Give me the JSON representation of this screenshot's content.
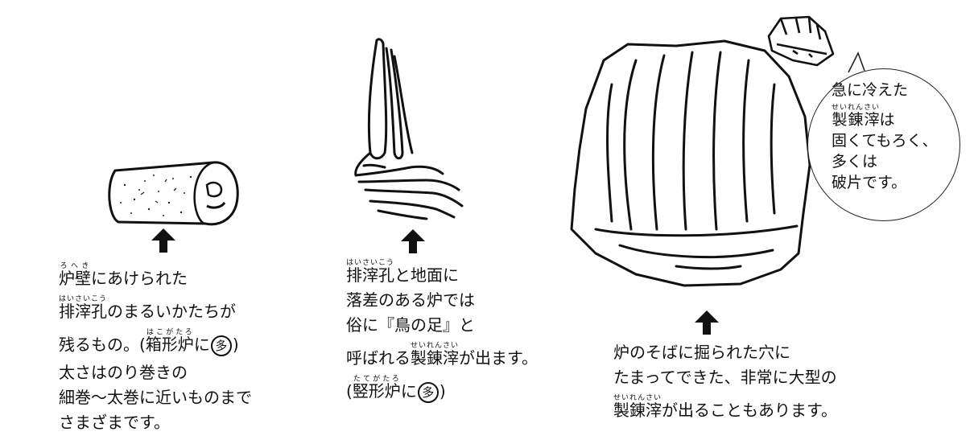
{
  "items": [
    {
      "id": "tube-slag",
      "lines": [
        [
          {
            "r": "炉壁",
            "rt": "ろへき"
          },
          {
            "t": "にあけられた"
          }
        ],
        [
          {
            "r": "排滓孔",
            "rt": "はいさいこう"
          },
          {
            "t": "のまるいかたちが"
          }
        ],
        [
          {
            "t": "残るもの。("
          },
          {
            "r": "箱形炉",
            "rt": "はこがたろ"
          },
          {
            "t": "に"
          },
          {
            "c": "多"
          },
          {
            "t": ")"
          }
        ],
        [
          {
            "t": "太さはのり巻きの"
          }
        ],
        [
          {
            "t": "細巻〜太巻に近いものまで"
          }
        ],
        [
          {
            "t": "さまざまです。"
          }
        ]
      ]
    },
    {
      "id": "bird-foot-slag",
      "lines": [
        [
          {
            "r": "排滓孔",
            "rt": "はいさいこう"
          },
          {
            "t": "と地面に"
          }
        ],
        [
          {
            "t": "落差のある炉では"
          }
        ],
        [
          {
            "t": "俗に『鳥の足』と"
          }
        ],
        [
          {
            "t": "呼ばれる"
          },
          {
            "r": "製錬滓",
            "rt": "せいれんさい"
          },
          {
            "t": "が出ます。"
          }
        ],
        [
          {
            "t": "("
          },
          {
            "r": "竪形炉",
            "rt": "たてがたろ"
          },
          {
            "t": "に"
          },
          {
            "c": "多"
          },
          {
            "t": ")"
          }
        ]
      ]
    },
    {
      "id": "large-slag",
      "lines": [
        [
          {
            "t": "炉のそばに掘られた穴に"
          }
        ],
        [
          {
            "t": "たまってできた、非常に大型の"
          }
        ],
        [
          {
            "r": "製錬滓",
            "rt": "せいれんさい"
          },
          {
            "t": "が出ることもあります。"
          }
        ]
      ]
    },
    {
      "id": "bubble",
      "lines": [
        [
          {
            "t": "急に冷えた"
          }
        ],
        [
          {
            "r": "製錬滓",
            "rt": "せいれんさい"
          },
          {
            "t": "は"
          }
        ],
        [
          {
            "t": "固くてもろく、"
          }
        ],
        [
          {
            "t": "多くは"
          }
        ],
        [
          {
            "t": "破片です。"
          }
        ]
      ]
    }
  ]
}
